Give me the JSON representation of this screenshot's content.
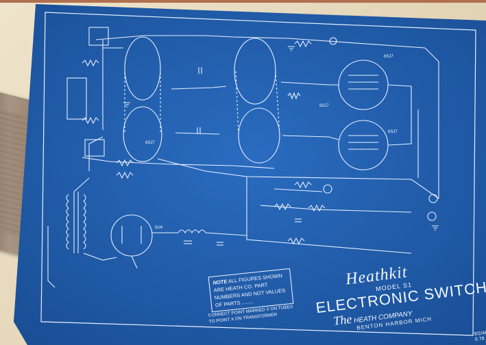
{
  "photo": {
    "subject": "blueprint-schematic-photo",
    "colors": {
      "blueprint": "#1f5fb0",
      "line": "#e8f0ff",
      "paper": "#e8dcc4",
      "accent": "#b07050"
    }
  },
  "blueprint": {
    "brand": "Heathkit",
    "model": "MODEL S1",
    "title": "ELECTRONIC SWITCH",
    "company_prefix": "The",
    "company": "HEATH COMPANY",
    "location": "BENTON HARBOR  MICH",
    "note_label": "Note",
    "note": "ALL FIGURES SHOWN ARE HEATH CO. PART NUMBERS AND NOT VALUES OF PARTS ........",
    "connect_note": "CONNECT POINT MARKED X ON TUBES TO POINT X ON TRANSFORMER",
    "date": "9/2/46",
    "sheet": "S 78"
  },
  "tube_labels": {
    "t1": "6SJ7",
    "t2": "6SJ7",
    "t3": "6SJ7",
    "t4": "6SJ7",
    "rect": "5U4"
  }
}
